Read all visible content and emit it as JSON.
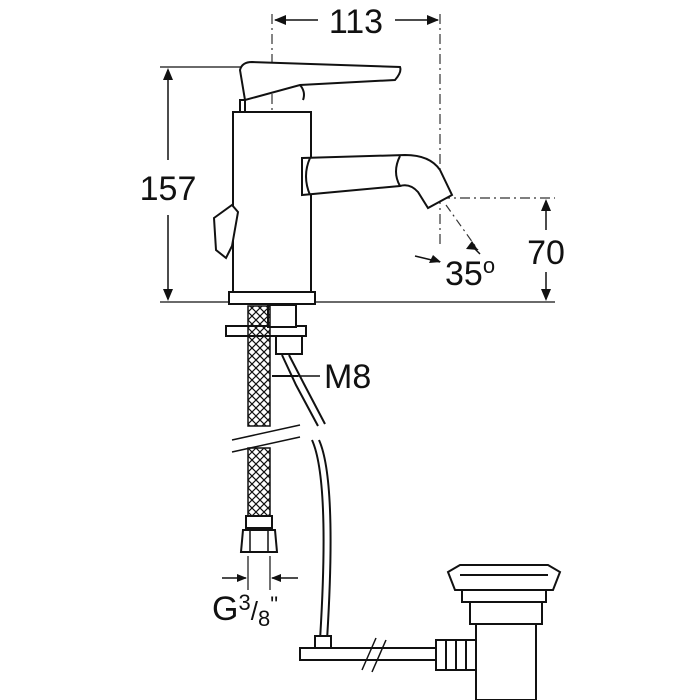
{
  "dimensions": {
    "spout_reach": "113",
    "total_height": "157",
    "spout_height": "70",
    "spout_angle": "35",
    "spout_angle_unit": "o",
    "thread_rod": "M8",
    "connection_prefix": "G",
    "connection_num": "3",
    "connection_den": "8",
    "connection_unit": "\""
  },
  "colors": {
    "line": "#111111",
    "background": "#ffffff",
    "dash": "#333333"
  }
}
